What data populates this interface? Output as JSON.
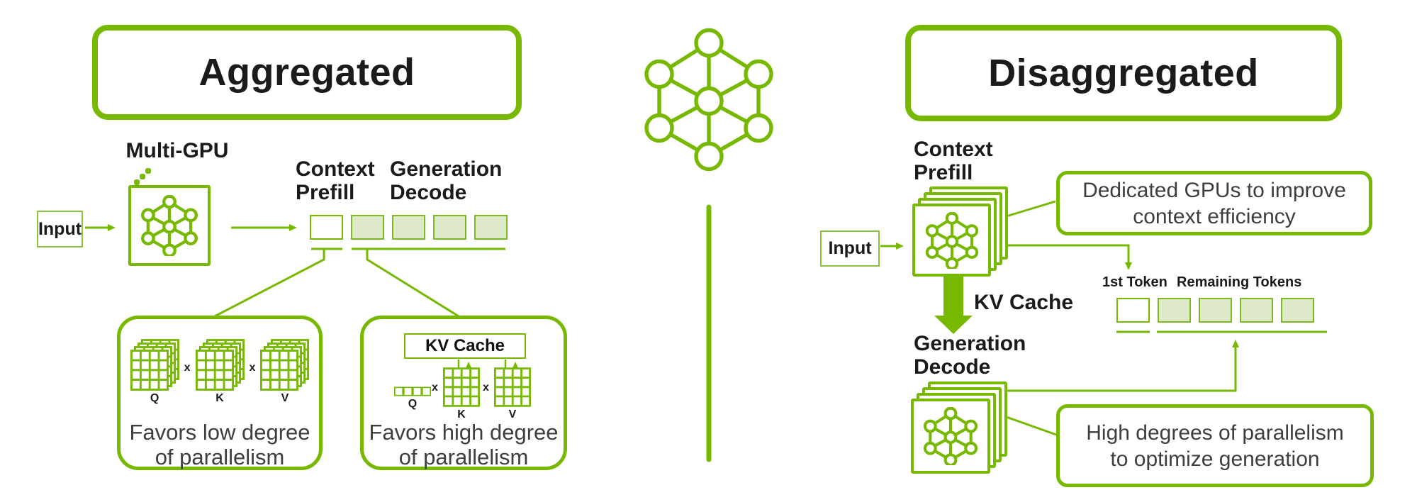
{
  "colors": {
    "accent": "#76b900",
    "accent_soft": "#8ac33c",
    "token_fill": "#dde9c9",
    "text_dark": "#1b1b1b",
    "text_gray": "#3e3e3e"
  },
  "left": {
    "title": "Aggregated",
    "multi_gpu_label": "Multi-GPU",
    "input_label": "Input",
    "context_prefill": {
      "line1": "Context",
      "line2": "Prefill"
    },
    "generation_decode": {
      "line1": "Generation",
      "line2": "Decode"
    },
    "token_row": {
      "empty": 1,
      "filled": 4
    },
    "low_parallelism_box": {
      "q": "Q",
      "k": "K",
      "v": "V",
      "operator": "x",
      "caption_line1": "Favors low degree",
      "caption_line2": "of parallelism"
    },
    "high_parallelism_box": {
      "kv_cache_label": "KV Cache",
      "q": "Q",
      "k": "K",
      "v": "V",
      "operator": "x",
      "caption_line1": "Favors high degree",
      "caption_line2": "of parallelism"
    }
  },
  "right": {
    "title": "Disaggregated",
    "context_prefill": {
      "line1": "Context",
      "line2": "Prefill"
    },
    "input_label": "Input",
    "dedicated_callout": {
      "line1": "Dedicated GPUs to improve",
      "line2": "context efficiency"
    },
    "kv_cache_label": "KV Cache",
    "token_labels": {
      "first": "1st Token",
      "remaining": "Remaining Tokens"
    },
    "token_row": {
      "empty": 1,
      "filled": 4
    },
    "generation_decode": {
      "line1": "Generation",
      "line2": "Decode"
    },
    "generation_callout": {
      "line1": "High degrees of parallelism",
      "line2": "to optimize generation"
    }
  }
}
